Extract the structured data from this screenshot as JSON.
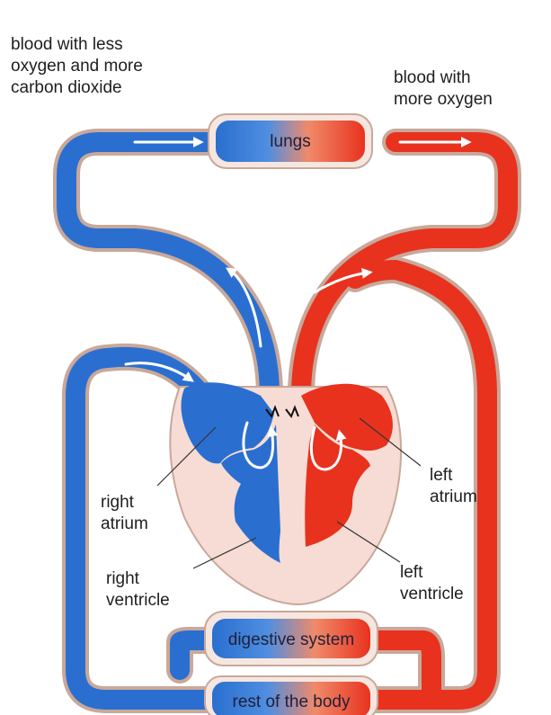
{
  "labels": {
    "deoxygenated": "blood with less\noxygen and more\ncarbon dioxide",
    "oxygenated": "blood with\nmore oxygen",
    "right_atrium": "right\natrium",
    "right_ventricle": "right\nventricle",
    "left_atrium": "left\natrium",
    "left_ventricle": "left\nventricle"
  },
  "organs": {
    "lungs": "lungs",
    "digestive": "digestive system",
    "rest_of_body": "rest of the body"
  },
  "colors": {
    "oxygenated": "#e8321e",
    "deoxygenated": "#2a6fd0",
    "heart_tissue": "#f6dcd4",
    "vessel_wall": "#c9a89a"
  }
}
